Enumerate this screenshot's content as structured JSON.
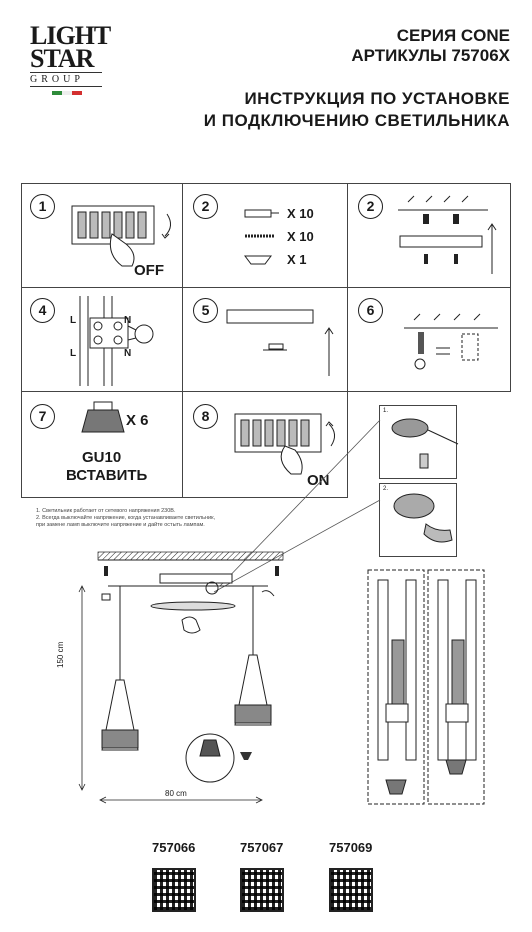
{
  "logo": {
    "line1": "LIGHT",
    "line2": "STAR",
    "line3": "GROUP",
    "flag_colors": [
      "#2e8b3a",
      "#ffffff",
      "#d32f2f"
    ]
  },
  "header": {
    "series_line": "СЕРИЯ CONE",
    "articles_line": "АРТИКУЛЫ 75706X",
    "instruction_line1": "ИНСТРУКЦИЯ ПО УСТАНОВКЕ",
    "instruction_line2": "И ПОДКЛЮЧЕНИЮ СВЕТИЛЬНИКА"
  },
  "steps": [
    {
      "number": "1",
      "label": "OFF"
    },
    {
      "number": "2",
      "items": [
        {
          "qty": "X 10"
        },
        {
          "qty": "X 10"
        },
        {
          "qty": "X 1"
        }
      ]
    },
    {
      "number": "2"
    },
    {
      "number": "4",
      "wires": [
        "L",
        "N",
        "L",
        "N"
      ]
    },
    {
      "number": "5"
    },
    {
      "number": "6"
    },
    {
      "number": "7",
      "qty": "X 6",
      "lamp_type": "GU10",
      "action": "ВСТАВИТЬ"
    },
    {
      "number": "8",
      "label": "ON"
    }
  ],
  "notes": [
    "1. Светильник работает от сетевого напряжения 230В.",
    "2. Всегда выключайте напряжение, когда устанавливаете светильник,",
    "при замене ламп выключите напряжение и дайте остыть лампам."
  ],
  "dimensions": {
    "height": "150 cm",
    "width": "80 cm"
  },
  "detail_labels": [
    "1.",
    "2."
  ],
  "article_codes": [
    "757066",
    "757067",
    "757069"
  ]
}
